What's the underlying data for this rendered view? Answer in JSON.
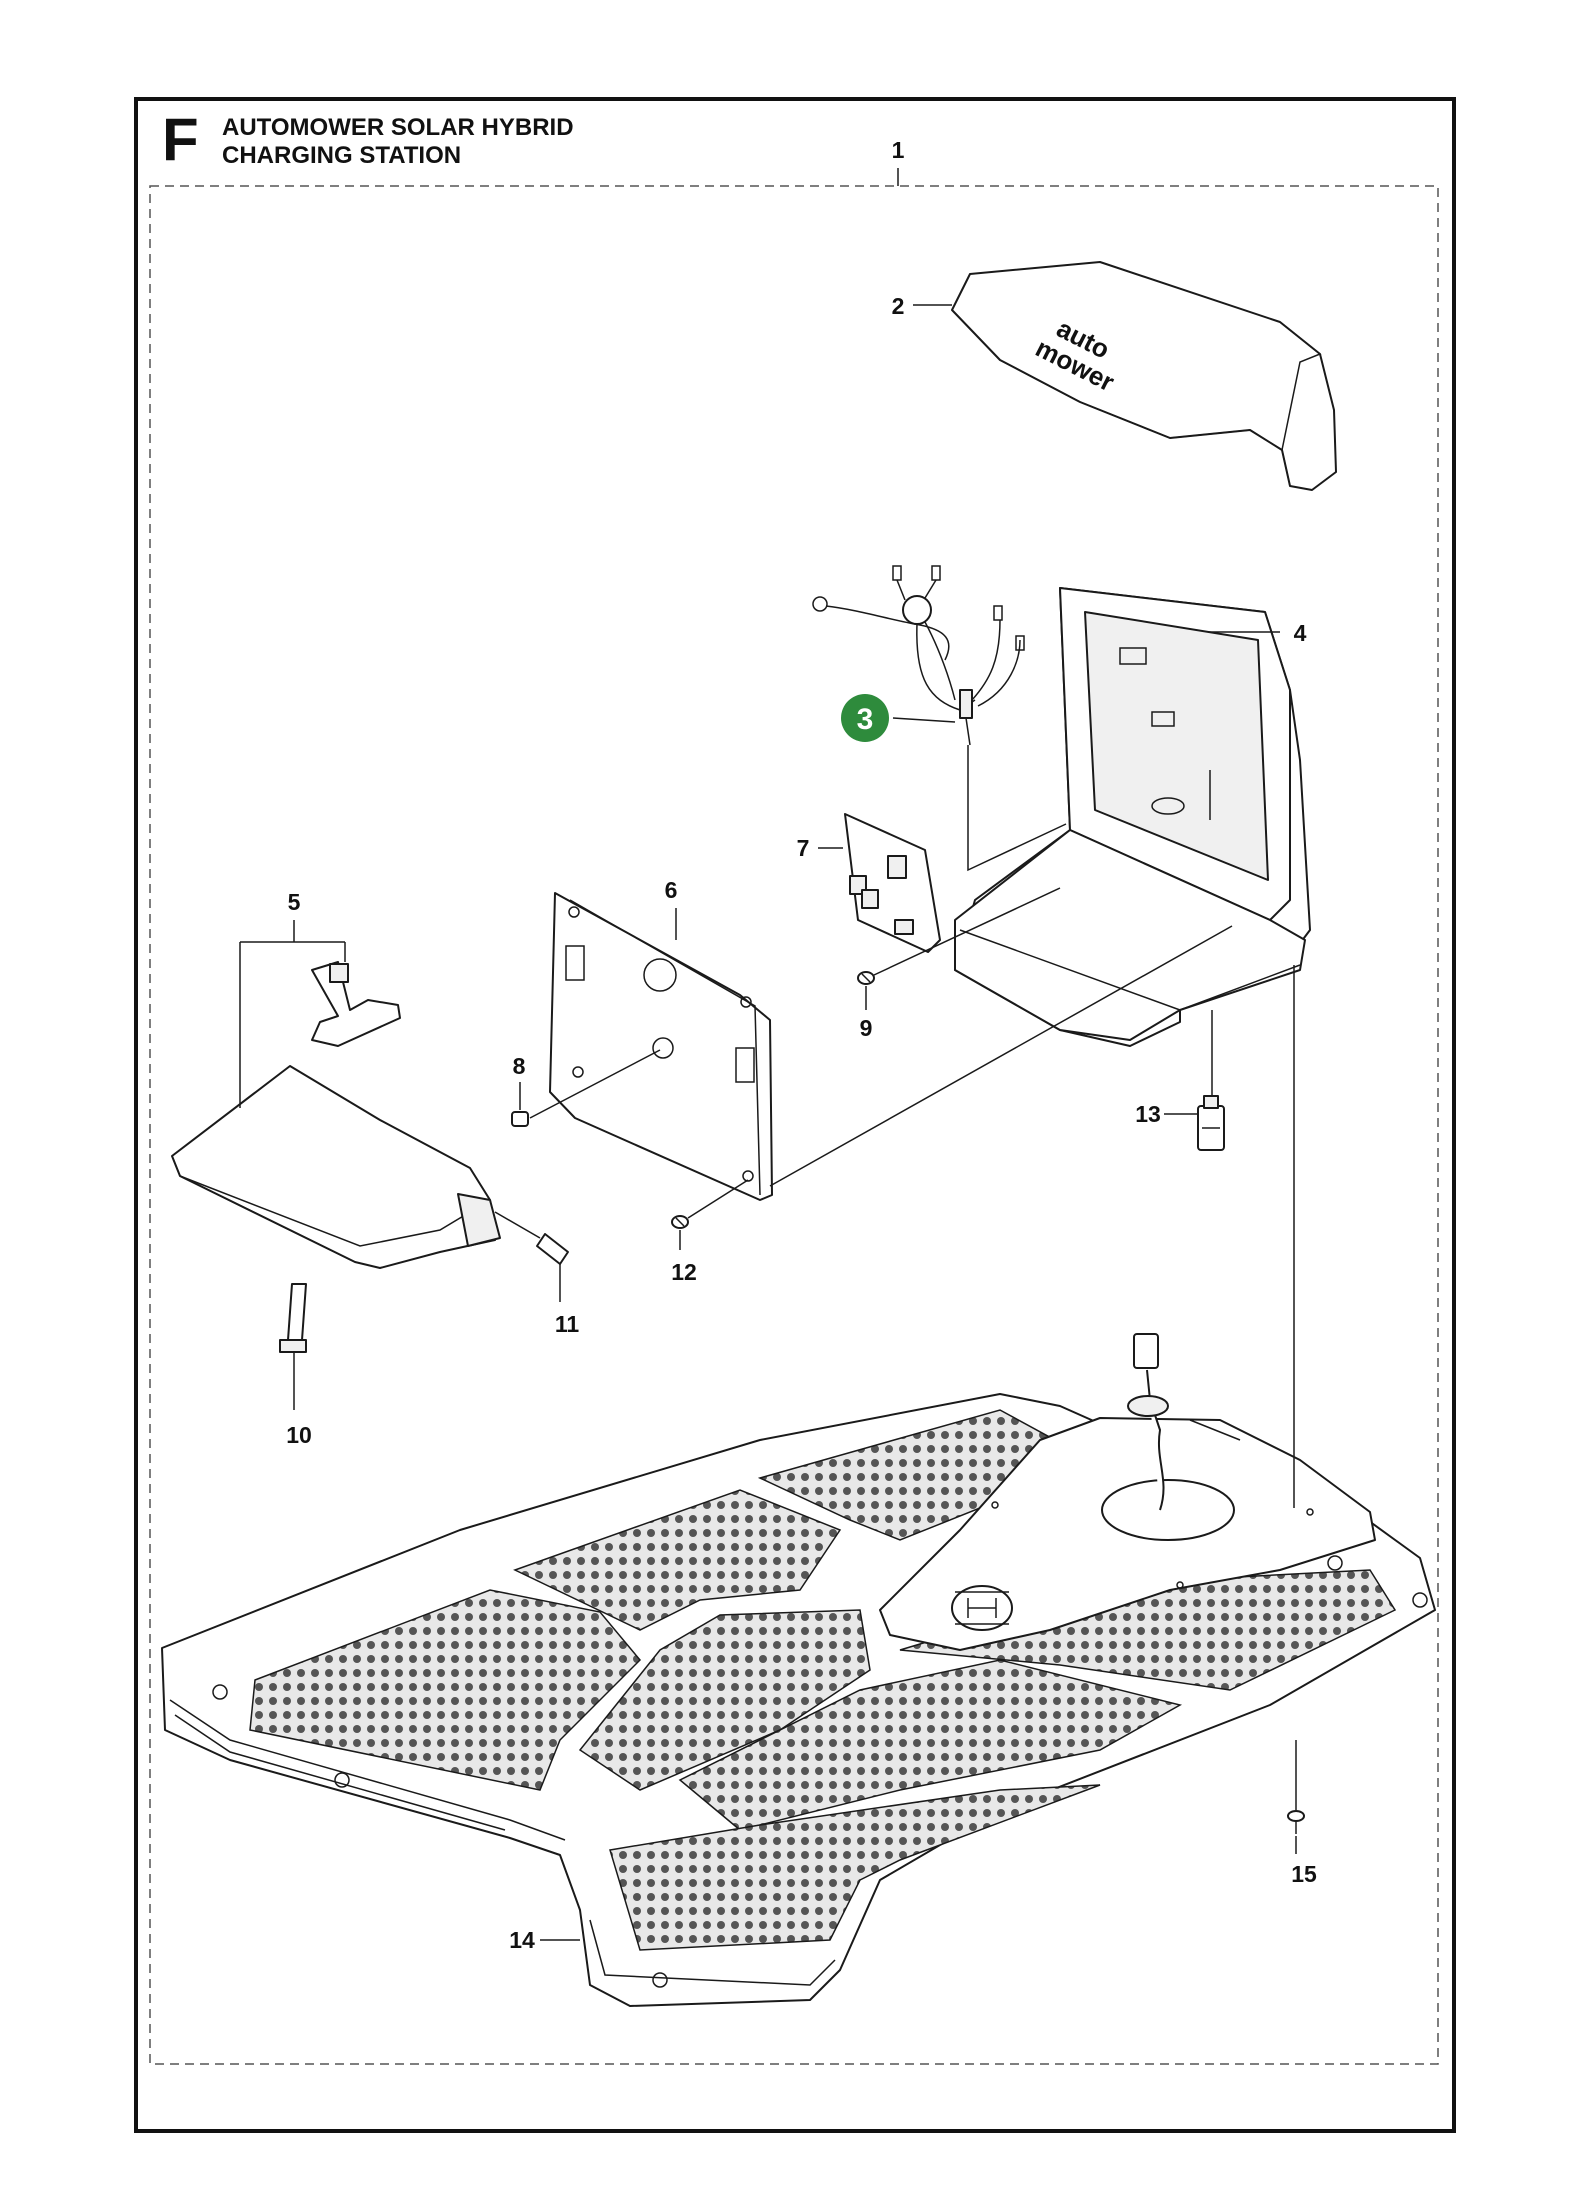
{
  "header": {
    "section_letter": "F",
    "title_line1": "AUTOMOWER SOLAR HYBRID",
    "title_line2": "CHARGING STATION"
  },
  "cover_logo": {
    "line1": "auto",
    "line2": "mower"
  },
  "highlight_color": "#2e8b3c",
  "callouts": [
    {
      "id": "1",
      "label": "1"
    },
    {
      "id": "2",
      "label": "2"
    },
    {
      "id": "3",
      "label": "3",
      "highlighted": true
    },
    {
      "id": "4",
      "label": "4"
    },
    {
      "id": "5",
      "label": "5"
    },
    {
      "id": "6",
      "label": "6"
    },
    {
      "id": "7",
      "label": "7"
    },
    {
      "id": "8",
      "label": "8"
    },
    {
      "id": "9",
      "label": "9"
    },
    {
      "id": "10",
      "label": "10"
    },
    {
      "id": "11",
      "label": "11"
    },
    {
      "id": "12",
      "label": "12"
    },
    {
      "id": "13",
      "label": "13"
    },
    {
      "id": "14",
      "label": "14"
    },
    {
      "id": "15",
      "label": "15"
    }
  ]
}
